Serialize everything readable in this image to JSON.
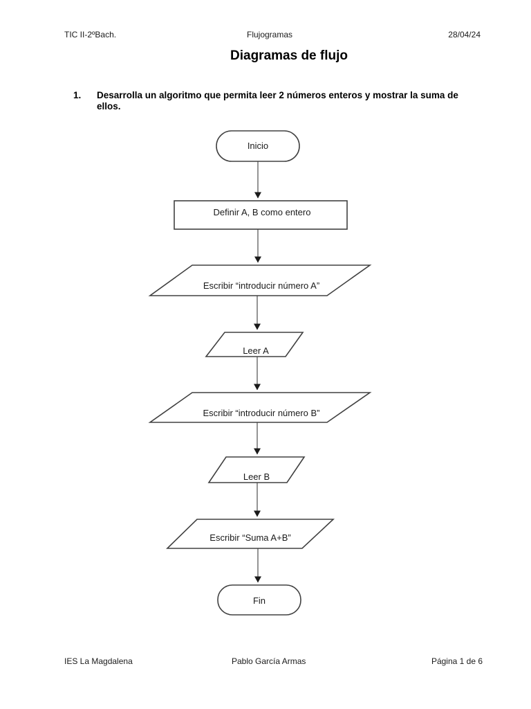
{
  "header": {
    "left": "TIC II-2ºBach.",
    "center": "Flujogramas",
    "right": "28/04/24"
  },
  "title": "Diagramas de flujo",
  "exercise": {
    "number": "1.",
    "line1": "Desarrolla un algoritmo que permita leer 2 números enteros y mostrar la suma de",
    "line2": "ellos."
  },
  "flowchart": {
    "nodes": [
      {
        "id": "start",
        "type": "terminator",
        "label": "Inicio"
      },
      {
        "id": "declare",
        "type": "process",
        "label": "Definir A, B como entero"
      },
      {
        "id": "print-a",
        "type": "input-output",
        "label": "Escribir “introducir número A”"
      },
      {
        "id": "read-a",
        "type": "input-output",
        "label": "Leer A"
      },
      {
        "id": "print-b",
        "type": "input-output",
        "label": "Escribir “introducir número B”"
      },
      {
        "id": "read-b",
        "type": "input-output",
        "label": "Leer B"
      },
      {
        "id": "print-sum",
        "type": "input-output",
        "label": "Escribir “Suma A+B”"
      },
      {
        "id": "end",
        "type": "terminator",
        "label": "Fin"
      }
    ],
    "connectors": [
      {
        "from": "start",
        "to": "declare"
      },
      {
        "from": "declare",
        "to": "print-a"
      },
      {
        "from": "print-a",
        "to": "read-a"
      },
      {
        "from": "read-a",
        "to": "print-b"
      },
      {
        "from": "print-b",
        "to": "read-b"
      },
      {
        "from": "read-b",
        "to": "print-sum"
      },
      {
        "from": "print-sum",
        "to": "end"
      }
    ],
    "colors": {
      "stroke": "#404040",
      "fill": "#ffffff",
      "text": "#1a1a1a"
    }
  },
  "footer": {
    "left": "IES La Magdalena",
    "center": "Pablo García Armas",
    "right": "Página 1 de 6"
  }
}
